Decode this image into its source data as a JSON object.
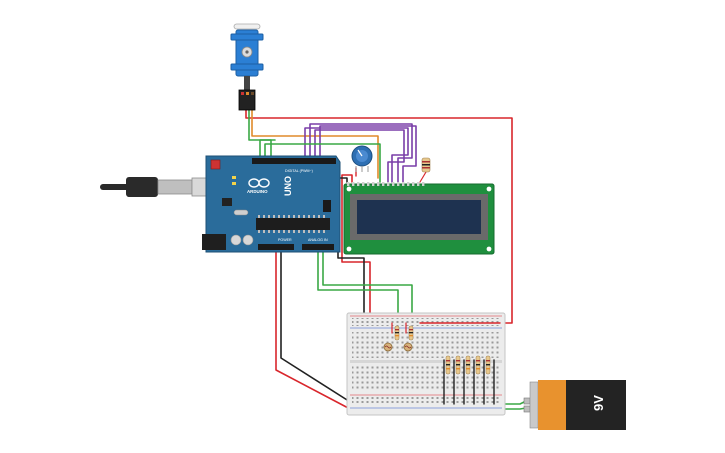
{
  "arduino": {
    "brand_text": "ARDUINO",
    "model_text": "UNO",
    "digital_header_text": "DIGITAL (PWM~)",
    "power_header_text": "POWER",
    "analog_header_text": "ANALOG IN"
  },
  "battery": {
    "label": "9V"
  },
  "colors": {
    "board_blue": "#2a6c9b",
    "lcd_green": "#1f8f3e",
    "lcd_screen": "#1e3250",
    "wire_red": "#d9262c",
    "wire_green": "#3aa845",
    "wire_purple": "#7a3ea8",
    "wire_orange": "#e08a2a",
    "wire_black": "#222222",
    "servo_blue": "#2b7fd4",
    "battery_orange": "#e8922e",
    "battery_black": "#232323"
  },
  "components": [
    {
      "name": "servo-motor",
      "icon": "servo-icon"
    },
    {
      "name": "usb-cable",
      "icon": "usb-plug-icon"
    },
    {
      "name": "arduino-uno",
      "icon": "board-icon"
    },
    {
      "name": "potentiometer",
      "icon": "knob-icon"
    },
    {
      "name": "lcd-16x2",
      "icon": "lcd-icon"
    },
    {
      "name": "breadboard",
      "icon": "breadboard-icon"
    },
    {
      "name": "battery-9v",
      "icon": "battery-icon"
    }
  ]
}
